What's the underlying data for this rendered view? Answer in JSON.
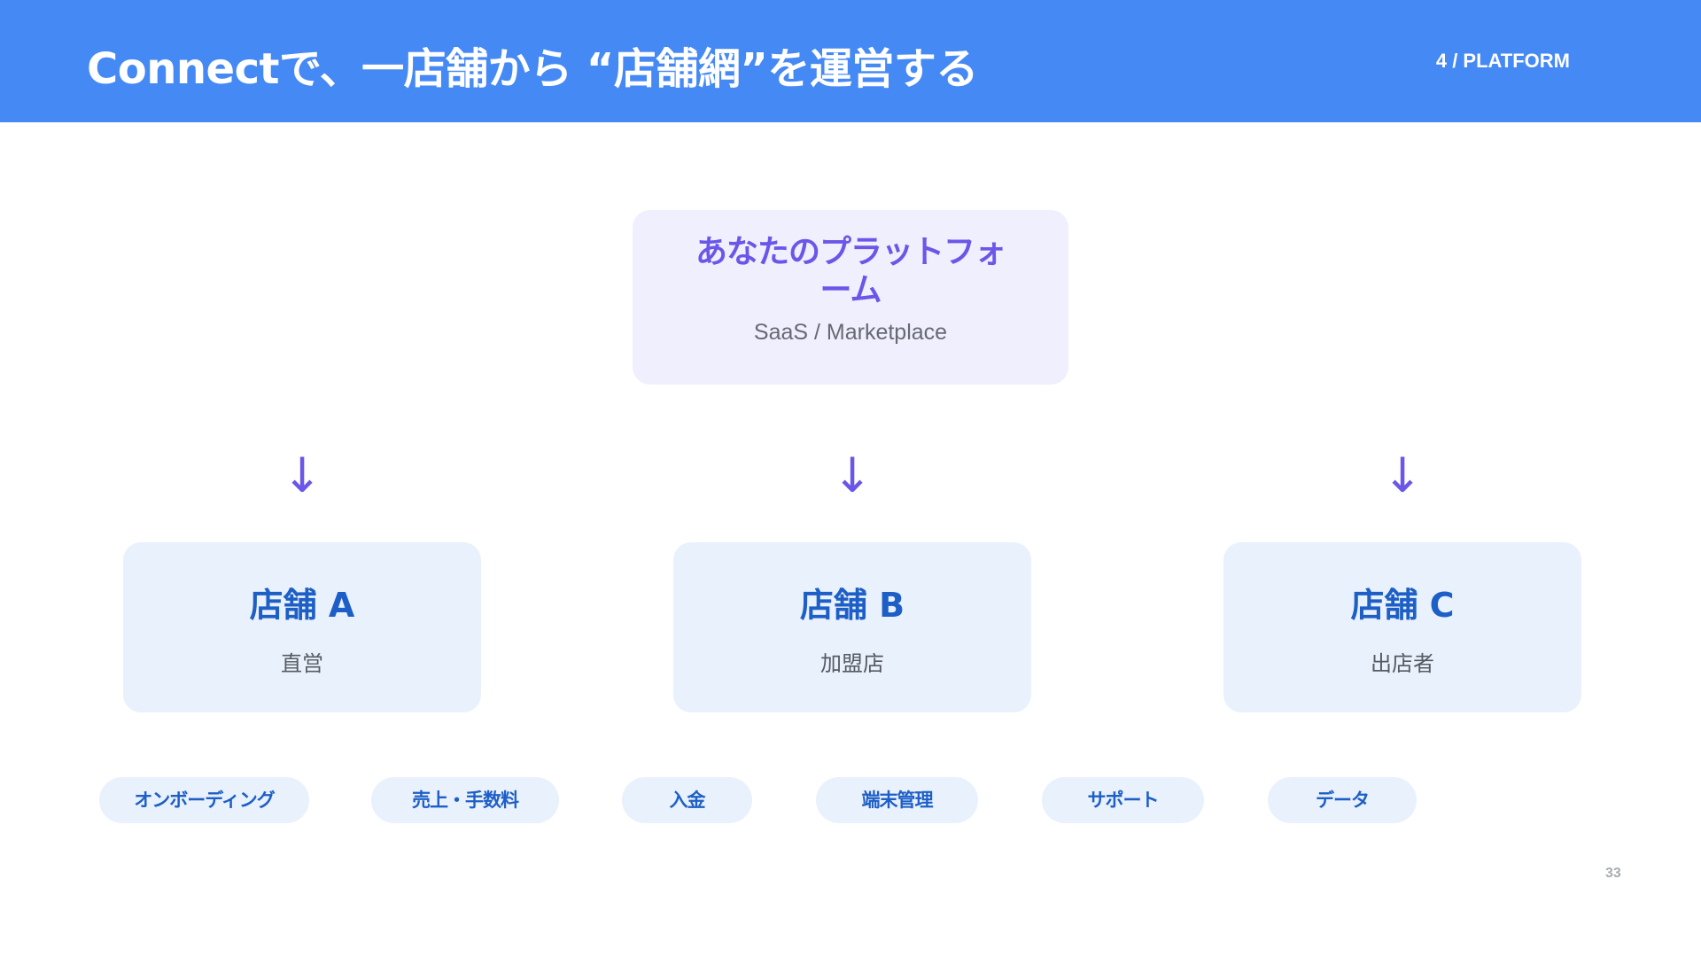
{
  "header": {
    "title": "Connectで、一店舗から “店舗網”を運営する",
    "section": "4 / PLATFORM"
  },
  "platform": {
    "title": "あなたのプラットフォーム",
    "subtitle": "SaaS / Marketplace"
  },
  "arrow_glyph": "↓",
  "stores": [
    {
      "name": "店舗 A",
      "type": "直営"
    },
    {
      "name": "店舗 B",
      "type": "加盟店"
    },
    {
      "name": "店舗 C",
      "type": "出店者"
    }
  ],
  "features": [
    "オンボーディング",
    "売上・手数料",
    "入金",
    "端末管理",
    "サポート",
    "データ"
  ],
  "page_number": "33",
  "colors": {
    "header_bg": "#4589f5",
    "accent_purple": "#6a56e8",
    "store_blue": "#1d5fc6",
    "card_bg": "#e9f1fd",
    "platform_bg": "#efeffd"
  }
}
